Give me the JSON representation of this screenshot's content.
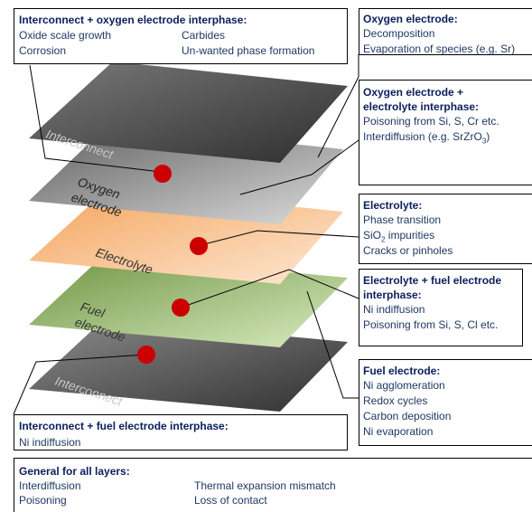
{
  "layers": {
    "top_interconnect": "Interconnect",
    "oxygen_electrode": [
      "Oxygen",
      "electrode"
    ],
    "electrolyte": "Electrolyte",
    "fuel_electrode": [
      "Fuel",
      "electrode"
    ],
    "bottom_interconnect": "Interconnect"
  },
  "boxes": {
    "interconnect_oxygen": {
      "title": "Interconnect + oxygen electrode interphase:",
      "items": [
        "Oxide scale growth",
        "Carbides",
        "Corrosion",
        "Un-wanted phase formation"
      ]
    },
    "oxygen_electrode": {
      "title": "Oxygen electrode:",
      "items": [
        "Decomposition",
        "Evaporation of species (e.g. Sr)"
      ]
    },
    "oxygen_electrolyte": {
      "title_lines": [
        "Oxygen electrode +",
        "electrolyte interphase:"
      ],
      "items": [
        "Poisoning from Si, S, Cr etc."
      ],
      "interdiffusion": {
        "prefix": "Interdiffusion (e.g. SrZrO",
        "sub": "3",
        "suffix": ")"
      }
    },
    "electrolyte": {
      "title": "Electrolyte:",
      "item1": "Phase transition",
      "sio2": {
        "prefix": "SiO",
        "sub": "2",
        "suffix": " impurities"
      },
      "item3": "Cracks or pinholes"
    },
    "electrolyte_fuel": {
      "title_lines": [
        "Electrolyte + fuel electrode",
        "interphase:"
      ],
      "items": [
        "Ni indiffusion",
        "Poisoning from Si, S, Cl etc."
      ]
    },
    "fuel_electrode": {
      "title": "Fuel electrode:",
      "items": [
        "Ni agglomeration",
        "Redox cycles",
        "Carbon deposition",
        "Ni evaporation"
      ]
    },
    "interconnect_fuel": {
      "title": "Interconnect + fuel electrode interphase:",
      "items": [
        "Ni indiffusion"
      ]
    },
    "general": {
      "title": "General for all layers:",
      "items": [
        "Interdiffusion",
        "Thermal expansion mismatch",
        "Poisoning",
        "Loss of contact"
      ]
    }
  },
  "colors": {
    "title": "#0b1f5c",
    "text": "#1f3864",
    "marker": "#cc0000"
  }
}
